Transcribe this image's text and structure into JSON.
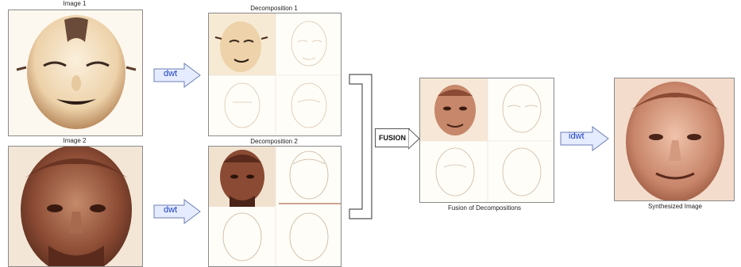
{
  "captions": {
    "image1": "Image 1",
    "image2": "Image 2",
    "decomp1": "Decomposition 1",
    "decomp2": "Decomposition 2",
    "fusion_of": "Fusion of Decompositions",
    "synth": "Synthesized Image"
  },
  "ops": {
    "dwt1": "dwt",
    "dwt2": "dwt",
    "fusion": "FUSION",
    "idwt": "idwt"
  },
  "colors": {
    "arrow_fill": "#e6ecff",
    "arrow_stroke": "#6b7fb5",
    "op_text": "#1a3fc4",
    "mask_light": "#f3e2c8",
    "mask_shade": "#caa07a",
    "bronze": "#7a3f2a",
    "bronze_light": "#c58a6a",
    "synth": "#d9a08a"
  }
}
